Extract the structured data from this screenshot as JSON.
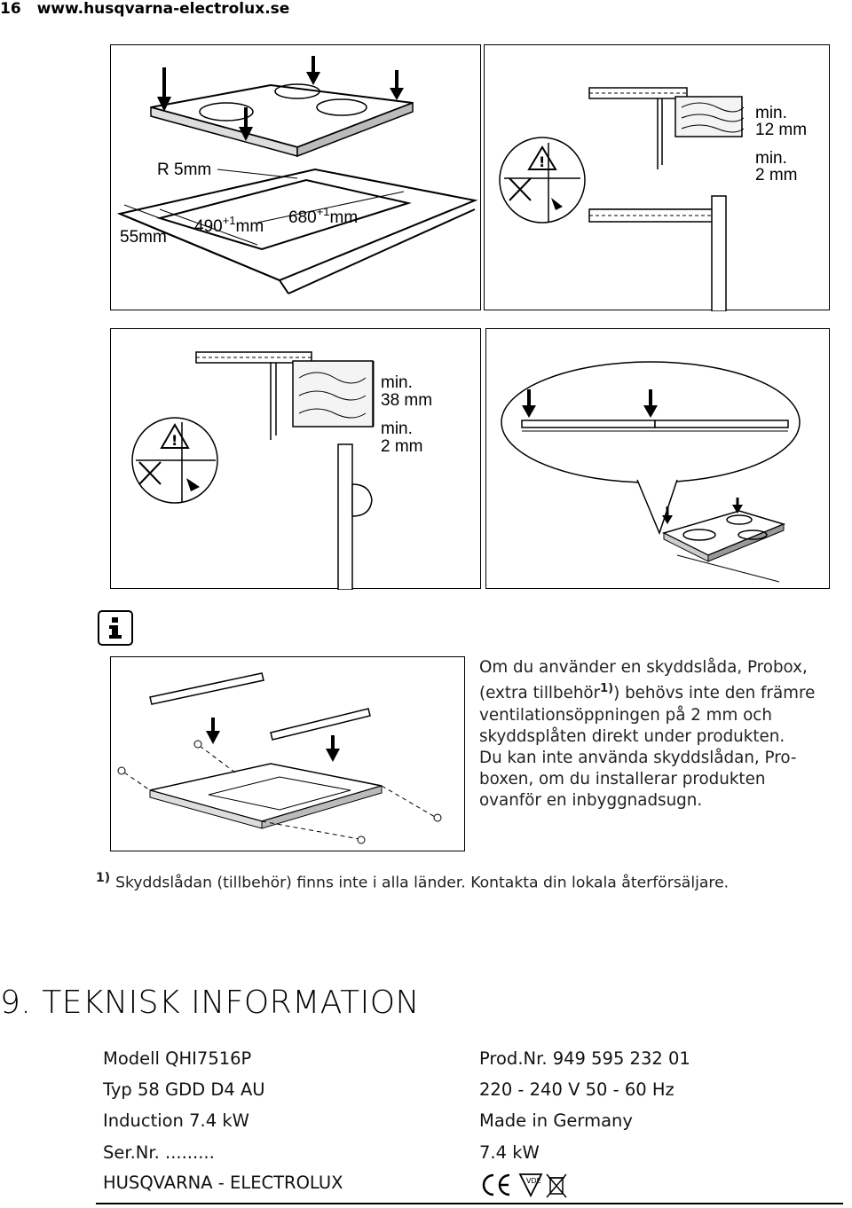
{
  "header": {
    "page_number": "16",
    "url": "www.husqvarna-electrolux.se"
  },
  "fig1": {
    "radius": "R 5mm",
    "depth": "490",
    "depth_tol": "+1",
    "width": "680",
    "width_tol": "+1",
    "unit": "mm",
    "edge": "55mm"
  },
  "fig2": {
    "top_min": "min.",
    "top_val": "12 mm",
    "bottom_min": "min.",
    "bottom_val": "2 mm"
  },
  "fig3": {
    "top_min": "min.",
    "top_val": "38 mm",
    "bottom_min": "min.",
    "bottom_val": "2 mm"
  },
  "info": {
    "line1": "Om du använder en skyddslåda, Probox,",
    "line2a": "(extra tillbehör",
    "line2_ref": "1)",
    "line2b": ") behövs inte den främre",
    "line3": "ventilationsöppningen på 2 mm och",
    "line4": "skyddsplåten direkt under produkten.",
    "line5": "Du kan inte använda skyddslådan, Pro-",
    "line6": "boxen, om du installerar produkten",
    "line7": "ovanför en inbyggnadsugn."
  },
  "footnote": {
    "ref": "1)",
    "text": "Skyddslådan (tillbehör) finns inte i alla länder. Kontakta din lokala återförsäljare."
  },
  "section": {
    "title": "9. TEKNISK INFORMATION"
  },
  "specs": {
    "model": "Modell QHI7516P",
    "prod_nr": "Prod.Nr. 949 595 232 01",
    "type": "Typ 58 GDD D4 AU",
    "voltage": "220 - 240 V 50 - 60 Hz",
    "induction": "Induction 7.4 kW",
    "made_in": "Made in Germany",
    "serial": "Ser.Nr. .........",
    "power": "7.4 kW",
    "brand": "HUSQVARNA - ELECTROLUX"
  },
  "marks": {
    "ce": "CE",
    "vde": "VDE"
  }
}
